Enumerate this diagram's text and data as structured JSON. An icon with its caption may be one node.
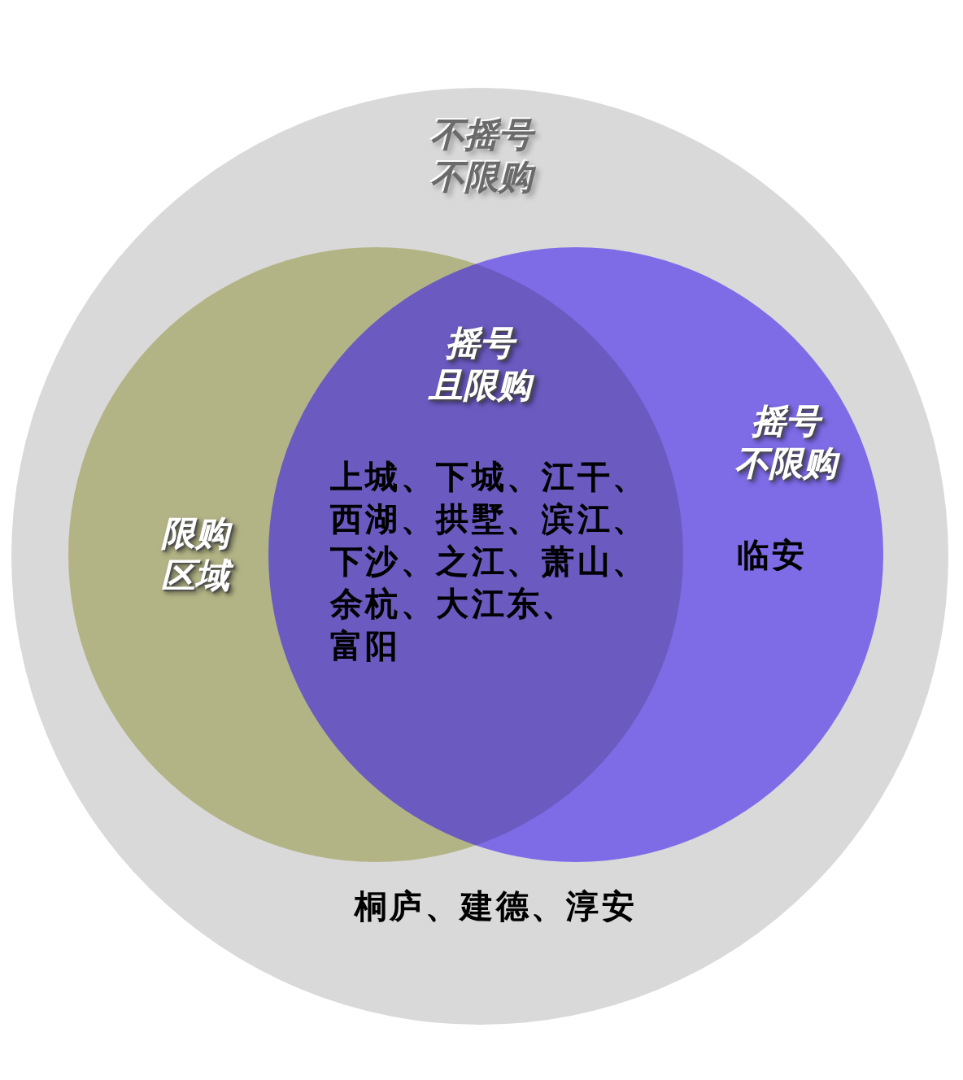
{
  "diagram": {
    "nodes": [
      {
        "text": [
          "不摇号不限购",
          "桐庐、建德、淳安"
        ]
      },
      {
        "text": [
          "限购区域"
        ],
        "in": 0
      },
      {
        "text": [
          "摇号且限购",
          "上城、下城、江干、西湖、拱墅、滨江、下沙、之江、萧山、余杭、大江东、富阳"
        ]
      },
      {
        "text": [
          "摇号不限购",
          "临安"
        ],
        "in": 0
      }
    ]
  }
}
